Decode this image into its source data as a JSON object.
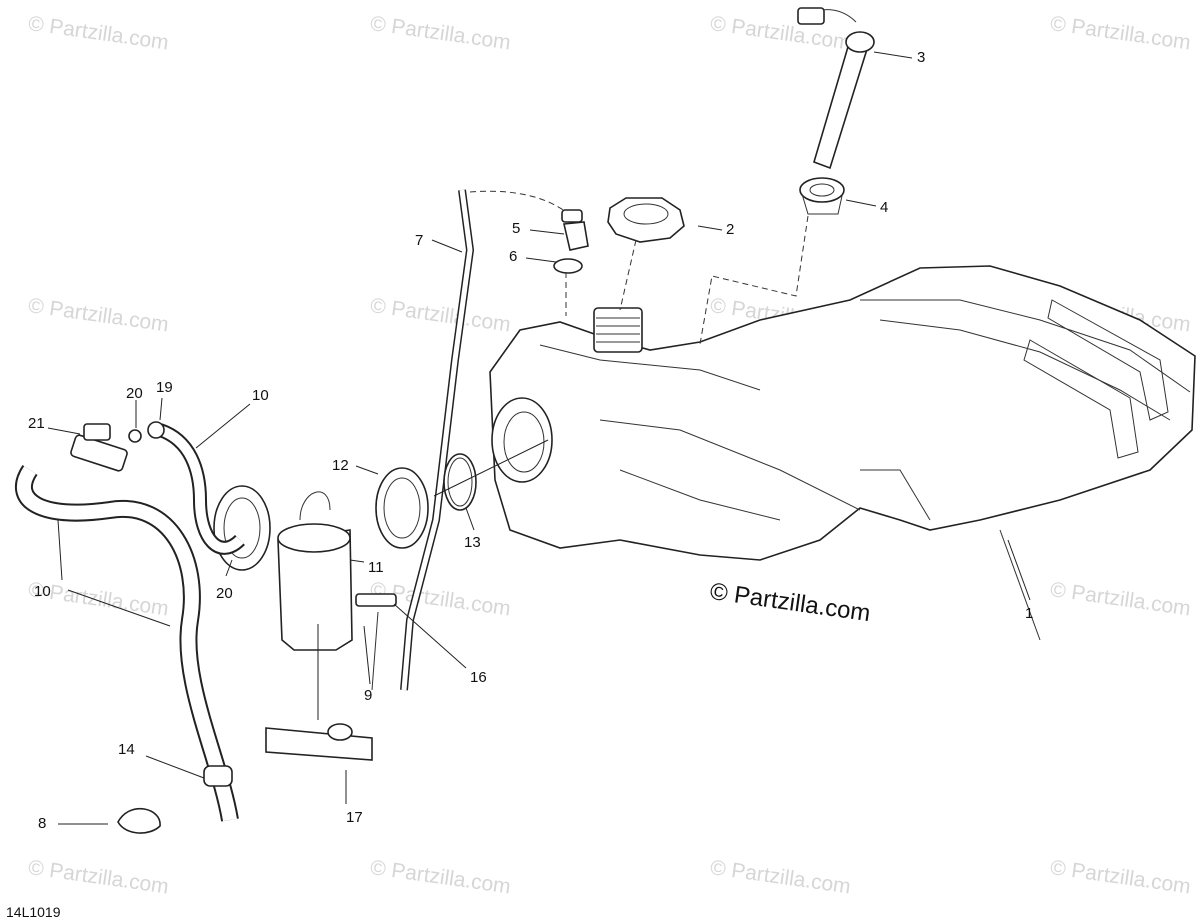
{
  "watermark": "© Partzilla.com",
  "brand_text": "© Partzilla.com",
  "figure_code": "14L1019",
  "callouts": {
    "c1": "1",
    "c2": "2",
    "c3": "3",
    "c4": "4",
    "c5": "5",
    "c6": "6",
    "c7": "7",
    "c8": "8",
    "c9": "9",
    "c10a": "10",
    "c10b": "10",
    "c11": "11",
    "c12": "12",
    "c13": "13",
    "c14": "14",
    "c16": "16",
    "c17": "17",
    "c19": "19",
    "c20a": "20",
    "c20b": "20",
    "c21": "21"
  },
  "parts": [
    {
      "id": "fuel-tank",
      "callout": "1"
    },
    {
      "id": "fuel-cap",
      "callout": "2"
    },
    {
      "id": "fuel-level-sender",
      "callout": "3"
    },
    {
      "id": "sender-grommet",
      "callout": "4"
    },
    {
      "id": "vent-valve",
      "callout": "5"
    },
    {
      "id": "vent-valve-grommet",
      "callout": "6"
    },
    {
      "id": "vent-hose",
      "callout": "7"
    },
    {
      "id": "hose-clamp",
      "callout": "8"
    },
    {
      "id": "fuel-line",
      "callout": "9"
    },
    {
      "id": "fuel-hose",
      "callout": "10"
    },
    {
      "id": "fuel-pump-module",
      "callout": "11"
    },
    {
      "id": "lock-ring",
      "callout": "12"
    },
    {
      "id": "o-ring",
      "callout": "13"
    },
    {
      "id": "hose-protector",
      "callout": "14"
    },
    {
      "id": "fitting",
      "callout": "16"
    },
    {
      "id": "fuel-filter-strainer",
      "callout": "17"
    },
    {
      "id": "cap-19",
      "callout": "19"
    },
    {
      "id": "nut",
      "callout": "20"
    },
    {
      "id": "fuel-connector",
      "callout": "21"
    }
  ]
}
